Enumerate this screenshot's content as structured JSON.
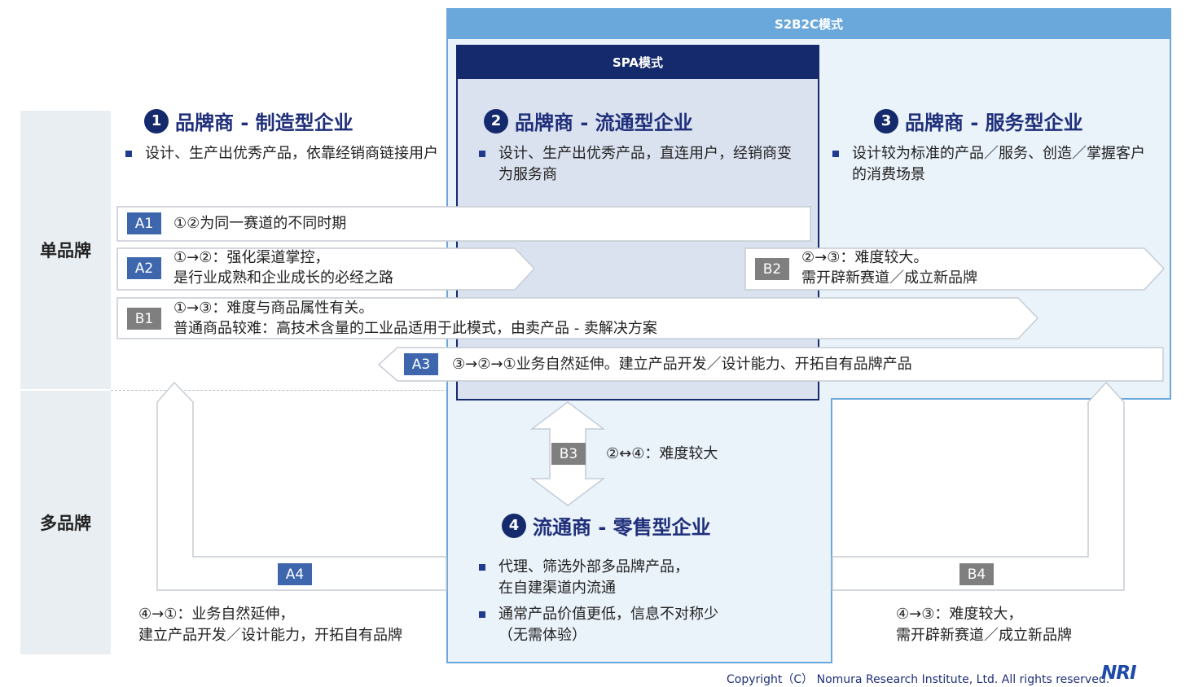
{
  "rows": {
    "single": "单品牌",
    "multi": "多品牌"
  },
  "modes": {
    "s2b2c": "S2B2C模式",
    "spa": "SPA模式"
  },
  "models": [
    {
      "num": "1",
      "title": "品牌商 - 制造型企业",
      "bullets": [
        "设计、生产出优秀产品，依靠经销商链接用户"
      ]
    },
    {
      "num": "2",
      "title": "品牌商 - 流通型企业",
      "bullets": [
        "设计、生产出优秀产品，直连用户，经销商变为服务商"
      ]
    },
    {
      "num": "3",
      "title": "品牌商 - 服务型企业",
      "bullets": [
        "设计较为标准的产品／服务、创造／掌握客户的消费场景"
      ]
    },
    {
      "num": "4",
      "title": "流通商 - 零售型企业",
      "bullets": [
        "代理、筛选外部多品牌产品，\n在自建渠道内流通",
        "通常产品价值更低，信息不对称少\n（无需体验）"
      ]
    }
  ],
  "paths": {
    "A1": {
      "tag": "A1",
      "text": "①②为同一赛道的不同时期"
    },
    "A2": {
      "tag": "A2",
      "line1": "①→②：强化渠道掌控，",
      "line2": "是行业成熟和企业成长的必经之路"
    },
    "B2": {
      "tag": "B2",
      "line1": "②→③：难度较大。",
      "line2": "需开辟新赛道／成立新品牌"
    },
    "B1": {
      "tag": "B1",
      "line1": "①→③：难度与商品属性有关。",
      "line2": "普通商品较难：高技术含量的工业品适用于此模式，由卖产品 - 卖解决方案"
    },
    "A3": {
      "tag": "A3",
      "text": "③→②→①业务自然延伸。建立产品开发／设计能力、开拓自有品牌产品"
    },
    "B3": {
      "tag": "B3",
      "text": "②↔④：难度较大"
    },
    "A4": {
      "tag": "A4",
      "line1": "④→①：业务自然延伸，",
      "line2": "建立产品开发／设计能力，开拓自有品牌"
    },
    "B4": {
      "tag": "B4",
      "line1": "④→③：难度较大，",
      "line2": "需开辟新赛道／成立新品牌"
    }
  },
  "footer": {
    "copyright": "Copyright（C） Nomura Research Institute, Ltd. All rights reserved.",
    "logo": "NRI"
  },
  "colors": {
    "navy": "#142a6c",
    "accent": "#3d66ad",
    "s2b2c": "#6aa8dc",
    "spa_bg": "#dbe2ef",
    "s2b2c_bg": "#eaf2fa",
    "gray_tag": "#7f7f7f"
  }
}
